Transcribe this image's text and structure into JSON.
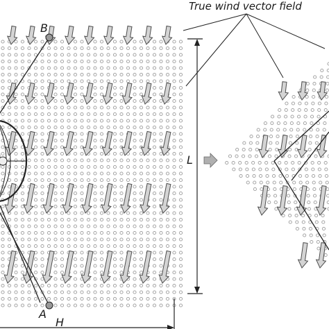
{
  "labels": {
    "title": "True wind vector field",
    "point_b": "B",
    "point_a": "A",
    "dim_l": "L",
    "dim_h": "H"
  },
  "colors": {
    "dot": "#9a9a9a",
    "arrow_fill": "#d4d4d4",
    "arrow_stroke": "#4d4d4d",
    "line": "#222222",
    "transform_arrow": "#b0b0b0"
  },
  "icons": {
    "transform": "right-arrow-icon",
    "ellipse": "ellipse-region-icon"
  }
}
